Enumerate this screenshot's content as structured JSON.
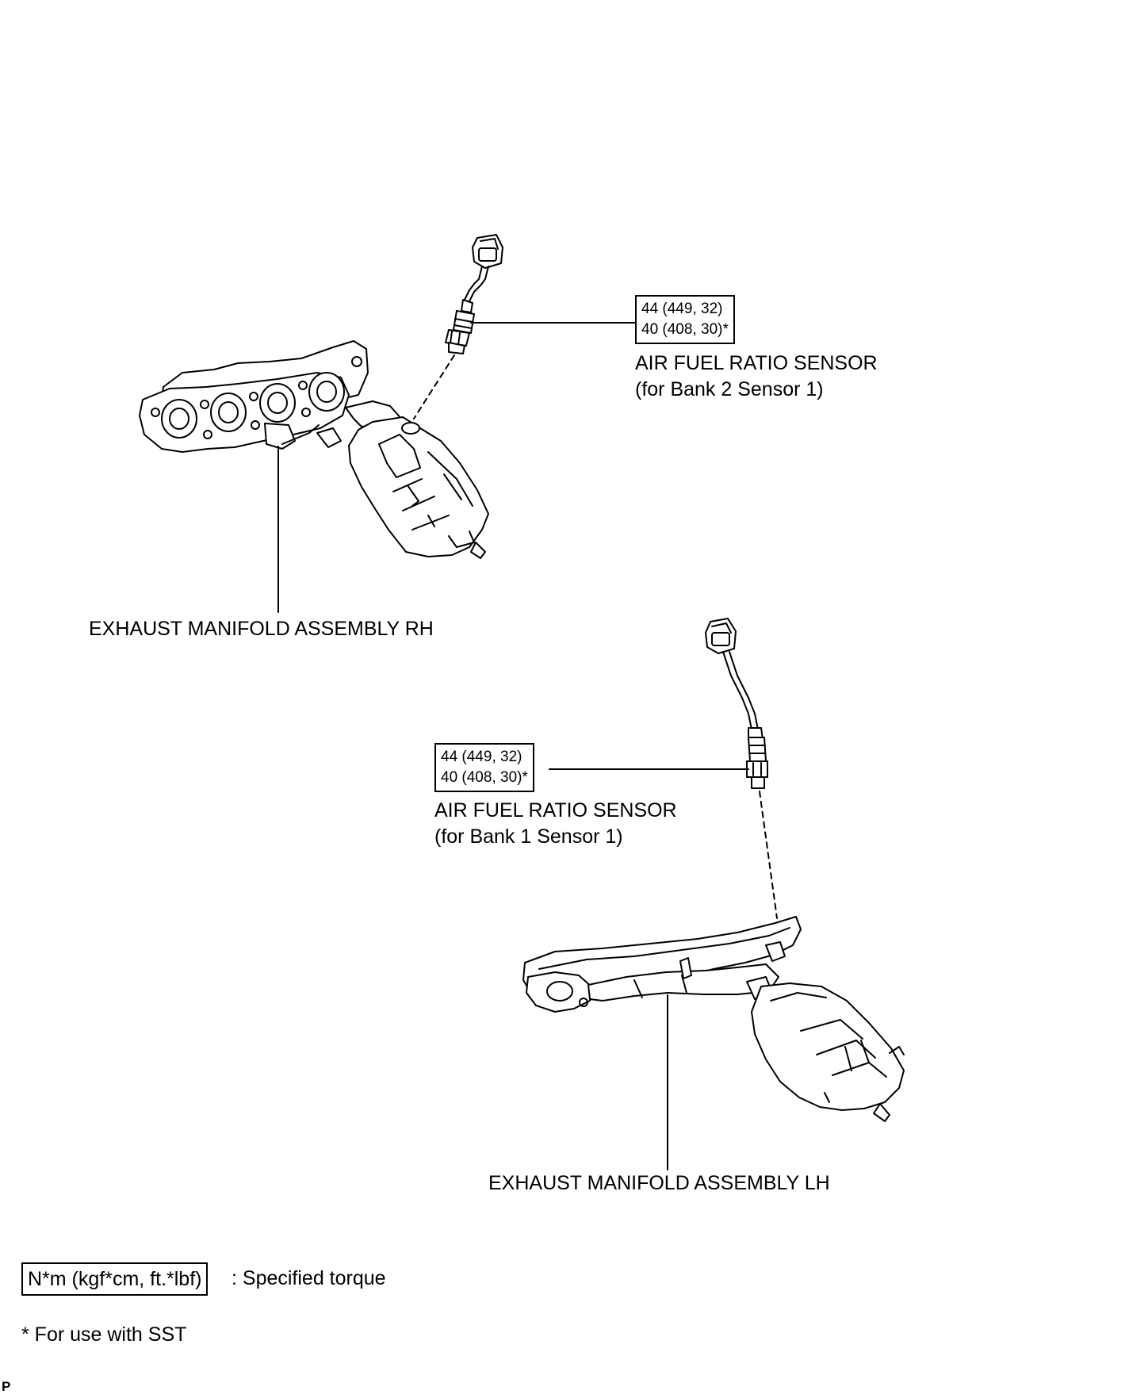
{
  "sensors": [
    {
      "torque_line1": "44 (449, 32)",
      "torque_line2": "40 (408, 30)*",
      "name": "AIR FUEL RATIO SENSOR",
      "qualifier": "(for Bank 2 Sensor 1)"
    },
    {
      "torque_line1": "44 (449, 32)",
      "torque_line2": "40 (408, 30)*",
      "name": "AIR FUEL RATIO SENSOR",
      "qualifier": "(for Bank 1 Sensor 1)"
    }
  ],
  "manifolds": {
    "rh_label": "EXHAUST MANIFOLD ASSEMBLY RH",
    "lh_label": "EXHAUST MANIFOLD ASSEMBLY LH"
  },
  "legend": {
    "unit_box": "N*m (kgf*cm, ft.*lbf)",
    "unit_text": ": Specified torque",
    "footnote": "* For use with SST"
  },
  "corner_mark": "P"
}
